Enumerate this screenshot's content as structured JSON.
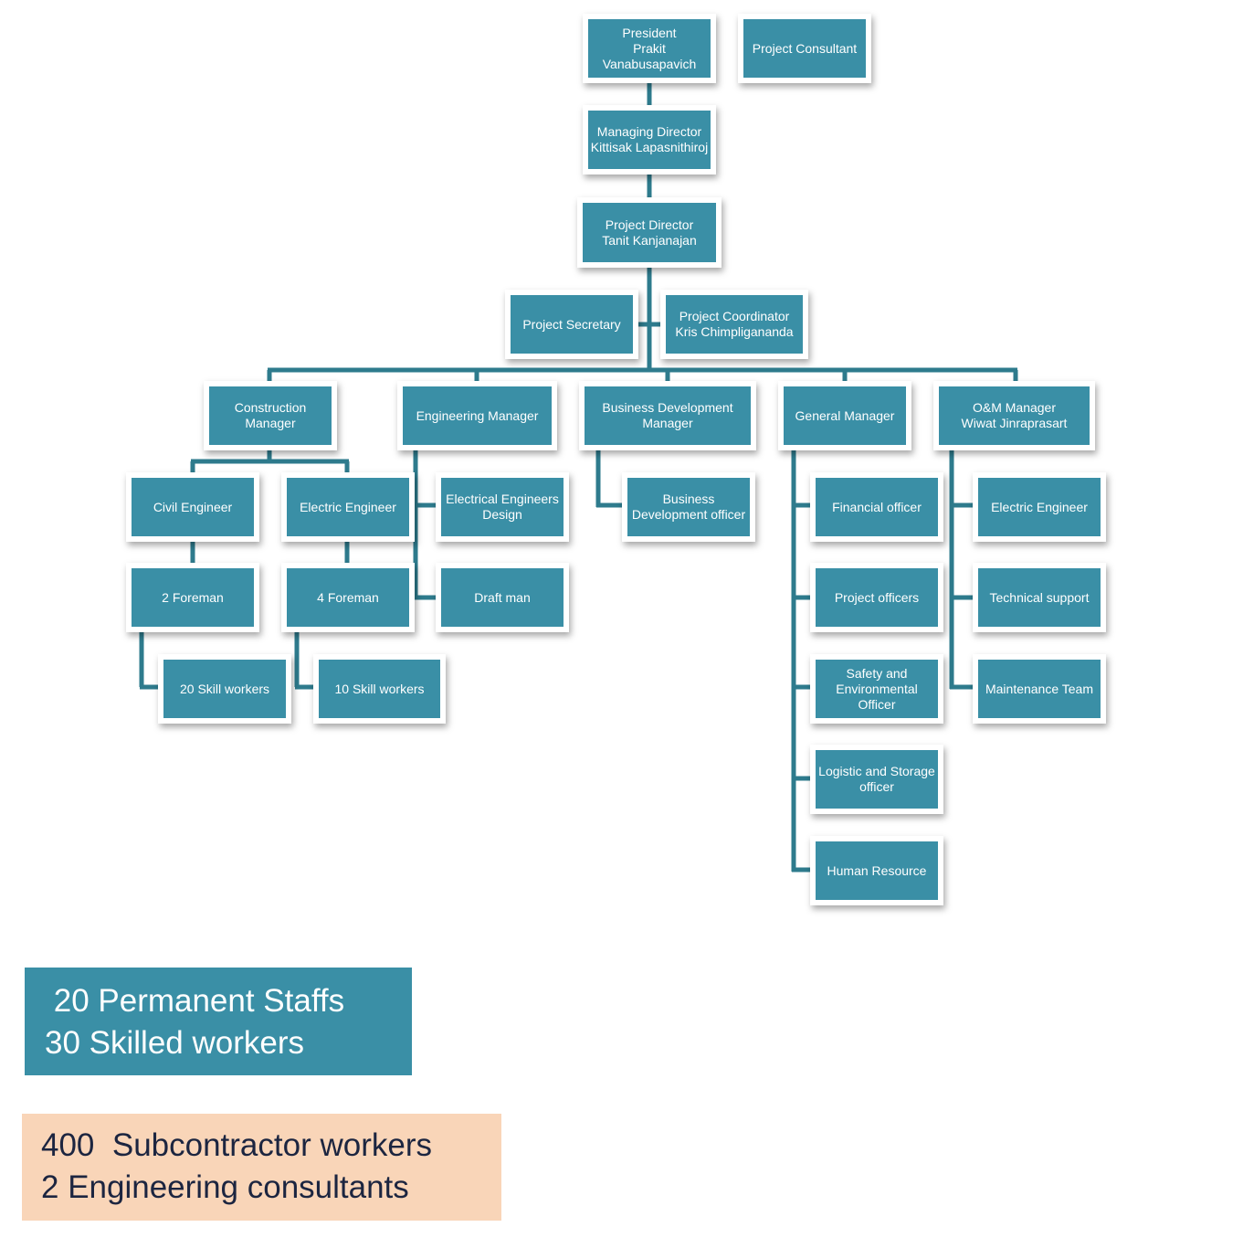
{
  "colors": {
    "box": "#3a8fa6",
    "line": "#2e7b8d",
    "subcontractor_box": "#f9d5b8"
  },
  "nodes": {
    "president": [
      "President",
      "Prakit",
      "Vanabusapavich"
    ],
    "consultant": [
      "Project Consultant"
    ],
    "md": [
      "Managing Director",
      "Kittisak Lapasnithiroj"
    ],
    "pd": [
      "Project Director",
      "Tanit Kanjanajan"
    ],
    "secretary": [
      "Project Secretary"
    ],
    "coordinator": [
      "Project Coordinator",
      "Kris Chimpligananda"
    ],
    "construction": [
      "Construction",
      "Manager"
    ],
    "engineering": [
      "Engineering Manager"
    ],
    "bdm": [
      "Business Development",
      "Manager"
    ],
    "gm": [
      "General Manager"
    ],
    "om": [
      "O&M Manager",
      "Wiwat  Jinraprasart"
    ],
    "civil": [
      "Civil Engineer"
    ],
    "electric": [
      "Electric Engineer"
    ],
    "eed": [
      "Electrical Engineers",
      "Design"
    ],
    "bdo": [
      "Business",
      "Development officer"
    ],
    "financial": [
      "Financial officer"
    ],
    "om_electric": [
      "Electric Engineer"
    ],
    "foreman2": [
      "2 Foreman"
    ],
    "foreman4": [
      "4 Foreman"
    ],
    "draft": [
      "Draft man"
    ],
    "project_officers": [
      "Project officers"
    ],
    "tech": [
      "Technical  support"
    ],
    "skill20": [
      "20 Skill workers"
    ],
    "skill10": [
      "10 Skill workers"
    ],
    "safety": [
      "Safety and",
      "Environmental",
      "Officer"
    ],
    "maintenance": [
      "Maintenance Team"
    ],
    "logistic": [
      "Logistic and Storage",
      "officer"
    ],
    "hr": [
      "Human Resource"
    ]
  },
  "summary": {
    "staff": [
      " 20 Permanent Staffs",
      "30 Skilled workers"
    ],
    "subcontractor": [
      "400  Subcontractor workers",
      "2 Engineering consultants"
    ]
  }
}
